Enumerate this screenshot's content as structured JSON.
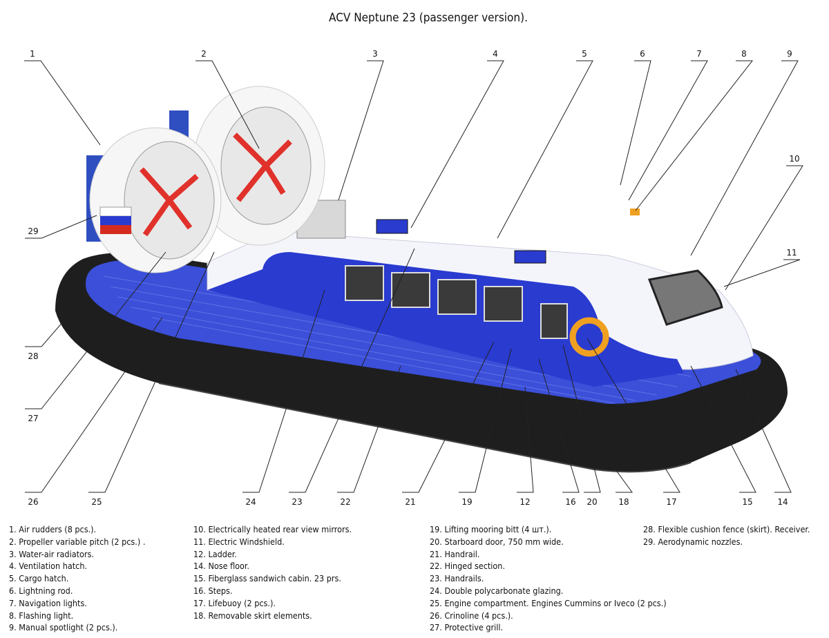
{
  "title": "ACV Neptune 23 (passenger version).",
  "callouts": [
    "1",
    "2",
    "3",
    "4",
    "5",
    "6",
    "7",
    "8",
    "9",
    "10",
    "11",
    "29",
    "28",
    "27",
    "26",
    "25",
    "24",
    "23",
    "22",
    "21",
    "19",
    "12",
    "16",
    "20",
    "18",
    "17",
    "15",
    "14"
  ],
  "legend": {
    "col1": [
      "1. Air rudders (8 pcs.).",
      "2. Propeller variable pitch (2 pcs.) .",
      "3. Water-air radiators.",
      "4. Ventilation hatch.",
      "5. Cargo hatch.",
      "6. Lightning rod.",
      "7. Navigation lights.",
      "8. Flashing light.",
      "9. Manual spotlight (2 pcs.)."
    ],
    "col2": [
      "10. Electrically heated rear view mirrors.",
      "11.  Electric Windshield.",
      "12. Ladder.",
      "14. Nose floor.",
      "15. Fiberglass sandwich cabin. 23 prs.",
      "16. Steps.",
      "17. Lifebuoy (2 pcs.).",
      "18. Removable skirt elements."
    ],
    "col3": [
      "19.  Lifting mooring bitt (4 шт.).",
      "20. Starboard door, 750 mm wide.",
      "21.  Handrail.",
      "22. Hinged section.",
      "23. Handrails.",
      "24. Double polycarbonate glazing.",
      "25. Engine compartment. Engines Cummins or Iveco (2 pcs.)",
      "26. Crinoline (4 pcs.).",
      "27. Protective grill."
    ],
    "col4": [
      "28. Flexible cushion fence (skirt). Receiver.",
      "29. Aerodynamic nozzles."
    ]
  },
  "colors": {
    "skirt": "#1e1e1e",
    "deck": "#3b4fd8",
    "cabin": "#f4f5fb",
    "stripe": "#2a3bd0",
    "propeller": "#e0312b"
  }
}
